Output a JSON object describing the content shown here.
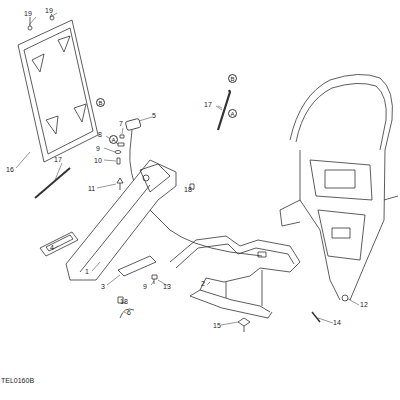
{
  "diagram": {
    "nodes": [
      {
        "text": [
          "B"
        ]
      },
      {
        "text": [
          "A"
        ]
      },
      {
        "text": [
          "B"
        ]
      },
      {
        "text": [
          "A"
        ]
      }
    ],
    "labels": [
      "19",
      "19",
      "5",
      "17",
      "16",
      "7",
      "8",
      "9",
      "10",
      "11",
      "17",
      "18",
      "4",
      "1",
      "3",
      "18",
      "9",
      "13",
      "6",
      "2",
      "12",
      "15",
      "14",
      "TEL0160B"
    ]
  }
}
